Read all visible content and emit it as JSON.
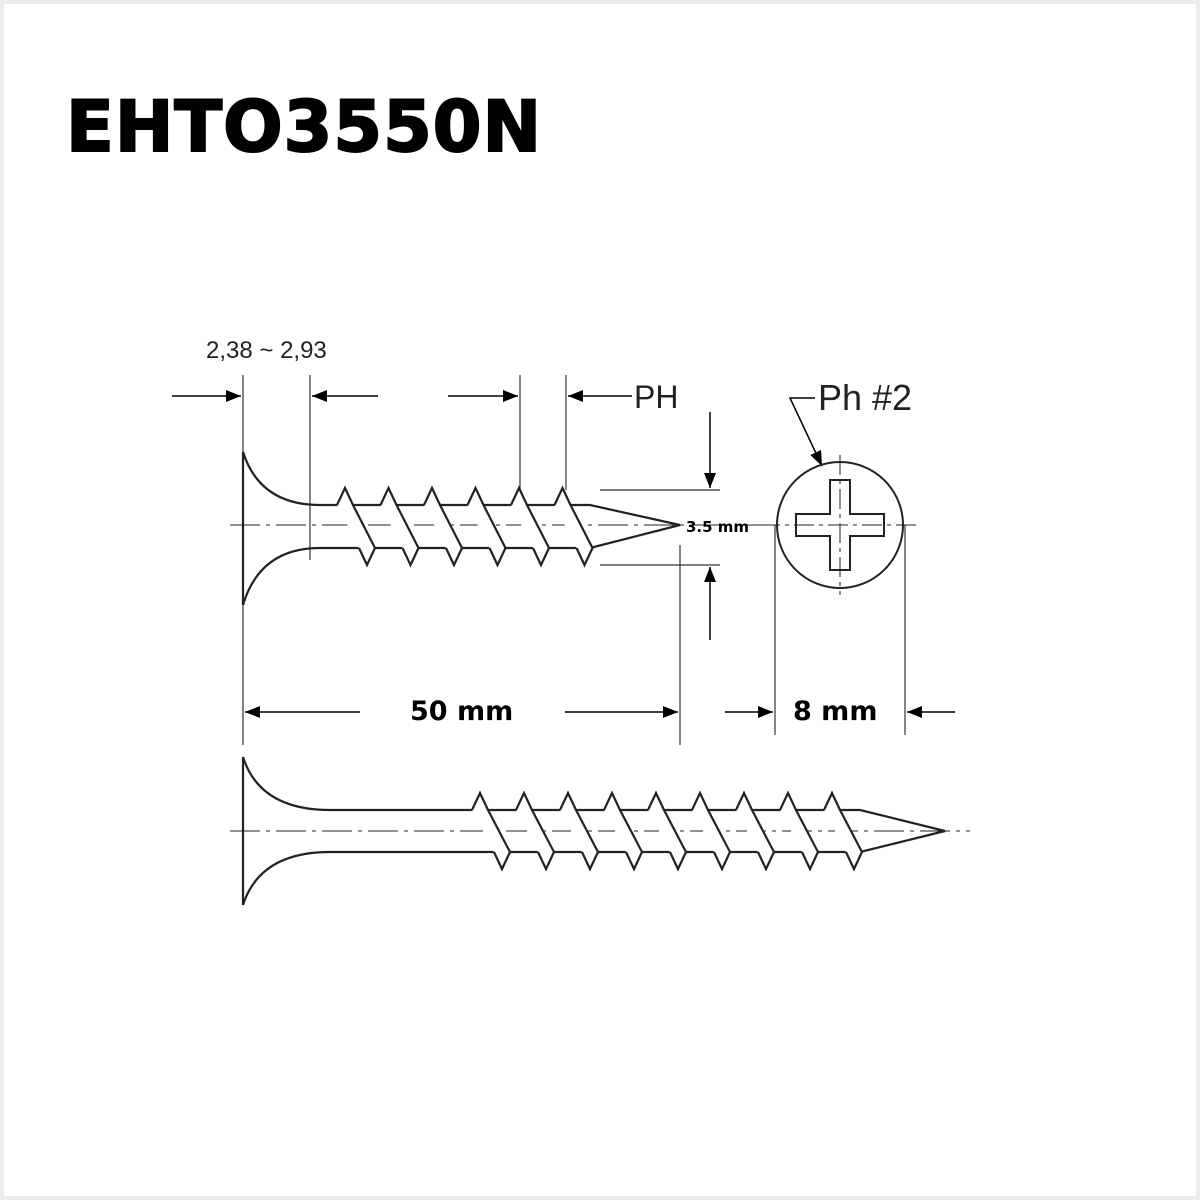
{
  "title": "EHTO3550N",
  "dimensions": {
    "head_thickness": "2,38 ~ 2,93",
    "pitch_label": "PH",
    "drive_label": "Ph #2",
    "diameter": "3.5 mm",
    "length": "50 mm",
    "head_diameter": "8 mm"
  }
}
